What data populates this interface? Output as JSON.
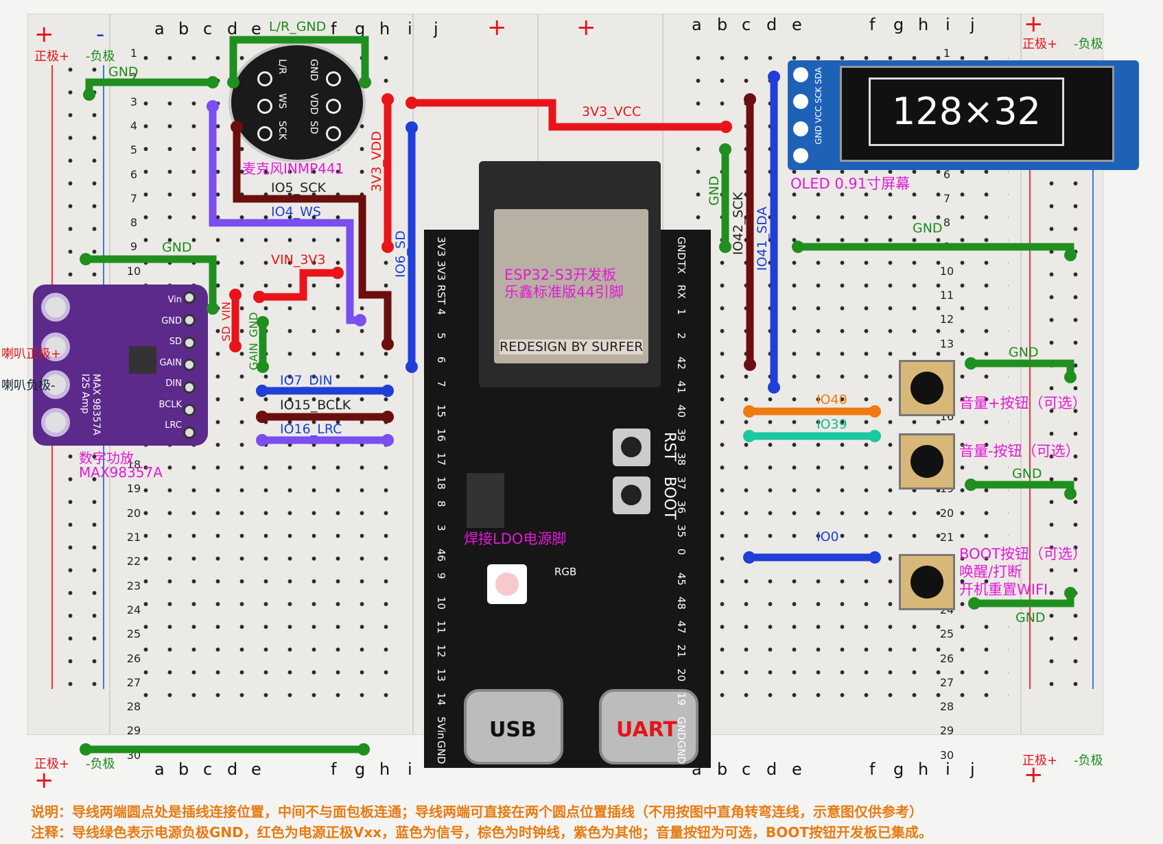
{
  "rails": {
    "plus": "正极+",
    "minus": "-负极",
    "plus_sign": "+",
    "minus_sign": "-"
  },
  "columns_left": [
    "a",
    "b",
    "c",
    "d",
    "e",
    "f",
    "g",
    "h",
    "i",
    "j"
  ],
  "columns_right": [
    "a",
    "b",
    "c",
    "d",
    "e",
    "f",
    "g",
    "h",
    "i",
    "j"
  ],
  "row_numbers": [
    "1",
    "2",
    "3",
    "4",
    "5",
    "6",
    "7",
    "8",
    "9",
    "10",
    "11",
    "12",
    "13",
    "14",
    "15",
    "16",
    "17",
    "18",
    "19",
    "20",
    "21",
    "22",
    "23",
    "24",
    "25",
    "26",
    "27",
    "28",
    "29",
    "30"
  ],
  "components": {
    "mic": {
      "name": "麦克风INMP441",
      "pins": [
        "L/R",
        "WS",
        "SCK",
        "GND",
        "VDD",
        "SD"
      ]
    },
    "amp": {
      "name_cn": "数字功放",
      "name": "MAX98357A",
      "pins": [
        "Vin",
        "GND",
        "SD",
        "GAIN",
        "DIN",
        "BCLK",
        "LRC"
      ],
      "chip_text": "MAX 98357A I2S Amp"
    },
    "esp": {
      "title": "ESP32-S3开发板",
      "subtitle": "乐鑫标准版44引脚",
      "credit": "REDESIGN BY SURFER",
      "ldo_note": "焊接LDO电源脚",
      "usb": "USB",
      "uart": "UART",
      "rst": "RST",
      "boot": "BOOT",
      "rgb": "RGB",
      "left_pins": [
        "3V3",
        "3V3",
        "RST",
        "4",
        "5",
        "6",
        "7",
        "15",
        "16",
        "17",
        "18",
        "8",
        "3",
        "46",
        "9",
        "10",
        "11",
        "12",
        "13",
        "14",
        "5Vin",
        "GND"
      ],
      "right_pins": [
        "GND",
        "TX",
        "RX",
        "1",
        "2",
        "42",
        "41",
        "40",
        "39",
        "38",
        "37",
        "36",
        "35",
        "0",
        "45",
        "48",
        "47",
        "21",
        "20",
        "19",
        "GND",
        "GND"
      ]
    },
    "oled": {
      "screen": "128×32",
      "name": "OLED 0.91寸屏幕",
      "pins": [
        "GND",
        "VCC",
        "SCK",
        "SDA"
      ]
    }
  },
  "wires": {
    "lr_gnd": "L/R_GND",
    "gnd_top": "GND",
    "vcc": "3V3_VCC",
    "vdd": "3V3_VDD",
    "sck": "IO5_SCK",
    "ws": "IO4_WS",
    "sd": "IO6_SD",
    "amp_gnd": "GND",
    "vin": "VIN_3V3",
    "sd_vin": "SD_VIN",
    "gain_gnd": "GAIN_GND",
    "din": "IO7_DIN",
    "bclk": "IO15_BCLK",
    "lrc": "IO16_LRC",
    "oled_gnd": "GND",
    "io42": "IO42_SCK",
    "io41": "IO41_SDA",
    "oled_gnd2": "GND",
    "io40": "IO40",
    "io39": "IO39",
    "io0": "IO0",
    "btn_gnd1": "GND",
    "btn_gnd2": "GND",
    "btn_gnd3": "GND",
    "spk_plus": "喇叭正极+",
    "spk_minus": "喇叭负极-"
  },
  "buttons": {
    "vol_up": "音量+按钮（可选）",
    "vol_down": "音量-按钮（可选）",
    "boot1": "BOOT按钮（可选）",
    "boot2": "唤醒/打断",
    "boot3": "开机重置WIFI"
  },
  "notes": {
    "line1": "说明：导线两端圆点处是插线连接位置，中间不与面包板连通；导线两端可直接在两个圆点位置插线（不用按图中直角转弯连线，示意图仅供参考）",
    "line2": "注释：导线绿色表示电源负极GND，红色为电源正极Vxx，蓝色为信号，棕色为时钟线，紫色为其他；音量按钮为可选，BOOT按钮开发板已集成。"
  },
  "colors": {
    "gnd": "#1f8f1f",
    "power": "#e8141a",
    "signal": "#1f3fd6",
    "clock": "#6b0e0e",
    "other": "#7a4ef0",
    "orange": "#f07a10",
    "teal": "#18c8a0"
  }
}
